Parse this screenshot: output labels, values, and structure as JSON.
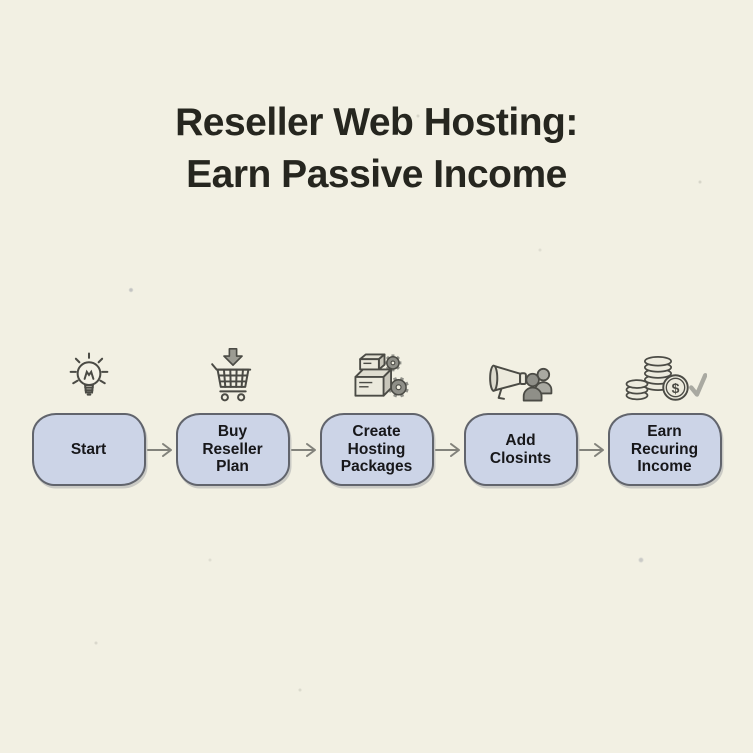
{
  "page": {
    "background_color": "#f2f0e3",
    "kind": "flowchart infographic"
  },
  "title": {
    "text": "Reseller Web Hosting:\nEarn Passive Income",
    "color": "#26261f"
  },
  "flow": {
    "box_fill": "#ccd4e7",
    "box_border": "#61646c",
    "arrow_color": "#82827b",
    "steps": [
      {
        "label": "Start",
        "icon": "lightbulb-icon"
      },
      {
        "label": "Buy\nReseller\nPlan",
        "icon": "shopping-cart-icon"
      },
      {
        "label": "Create\nHosting\nPackages",
        "icon": "packages-gears-icon"
      },
      {
        "label": "Add\nClosints",
        "icon": "megaphone-people-icon"
      },
      {
        "label": "Earn\nRecuring\nIncome",
        "icon": "coins-check-icon"
      }
    ]
  }
}
